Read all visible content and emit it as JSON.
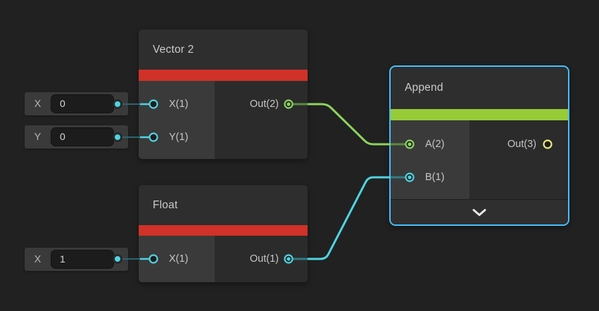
{
  "graph": {
    "background_color": "#212121",
    "selection_color": "#44c0ff",
    "port_colors": {
      "float": "#4fd4e2",
      "vector2": "#8cd45f",
      "vector3": "#ede97a"
    },
    "wire_colors": {
      "vector2": "#8cd45f",
      "float": "#4fd4e2"
    },
    "accent_colors": {
      "vector2_node": "#d03128",
      "float_node": "#d03128",
      "append_node": "#97cc38"
    }
  },
  "nodes": {
    "vector2": {
      "title": "Vector 2",
      "inputs": [
        {
          "label": "X(1)",
          "type": "float"
        },
        {
          "label": "Y(1)",
          "type": "float"
        }
      ],
      "outputs": [
        {
          "label": "Out(2)",
          "type": "vector2",
          "connected": true
        }
      ]
    },
    "float": {
      "title": "Float",
      "inputs": [
        {
          "label": "X(1)",
          "type": "float"
        }
      ],
      "outputs": [
        {
          "label": "Out(1)",
          "type": "float",
          "connected": true
        }
      ]
    },
    "append": {
      "title": "Append",
      "selected": true,
      "inputs": [
        {
          "label": "A(2)",
          "type": "vector2",
          "connected": true
        },
        {
          "label": "B(1)",
          "type": "float",
          "connected": true
        }
      ],
      "outputs": [
        {
          "label": "Out(3)",
          "type": "vector3",
          "connected": false
        }
      ]
    }
  },
  "widgets": [
    {
      "label": "X",
      "value": "0"
    },
    {
      "label": "Y",
      "value": "0"
    },
    {
      "label": "X",
      "value": "1"
    }
  ]
}
